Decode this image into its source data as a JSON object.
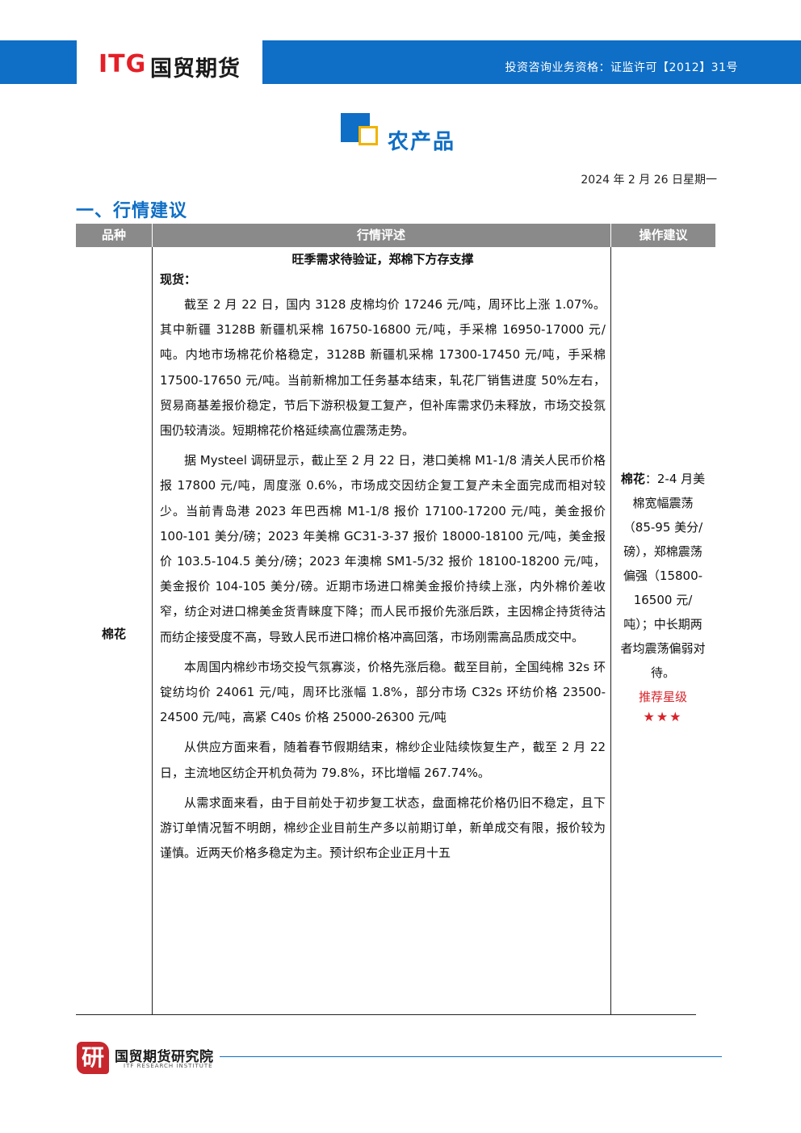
{
  "header": {
    "logo_latin": "ITG",
    "logo_cn": "国贸期货",
    "license": "投资咨询业务资格：证监许可【2012】31号",
    "brand_color": "#0f6ec5",
    "accent_color": "#e51f27"
  },
  "section": {
    "title": "农产品",
    "date": "2024 年 2 月 26 日星期一"
  },
  "heading": "一、行情建议",
  "table": {
    "columns": [
      "品种",
      "行情评述",
      "操作建议"
    ],
    "row": {
      "variety": "棉花",
      "title": "旺季需求待验证，郑棉下方存支撑",
      "subheading": "现货：",
      "paragraphs": [
        "截至 2 月 22 日，国内 3128 皮棉均价 17246 元/吨，周环比上涨 1.07%。其中新疆 3128B 新疆机采棉 16750-16800 元/吨，手采棉 16950-17000 元/吨。内地市场棉花价格稳定，3128B 新疆机采棉 17300-17450 元/吨，手采棉 17500-17650 元/吨。当前新棉加工任务基本结束，轧花厂销售进度 50%左右，贸易商基差报价稳定，节后下游积极复工复产，但补库需求仍未释放，市场交投氛围仍较清淡。短期棉花价格延续高位震荡走势。",
        "据 Mysteel 调研显示，截止至 2 月 22 日，港口美棉 M1-1/8 清关人民币价格报 17800 元/吨，周度涨 0.6%，市场成交因纺企复工复产未全面完成而相对较少。当前青岛港 2023 年巴西棉 M1-1/8 报价 17100-17200 元/吨，美金报价 100-101 美分/磅；2023 年美棉 GC31-3-37 报价 18000-18100 元/吨，美金报价 103.5-104.5 美分/磅；2023 年澳棉 SM1-5/32 报价 18100-18200 元/吨，美金报价 104-105 美分/磅。近期市场进口棉美金报价持续上涨，内外棉价差收窄，纺企对进口棉美金货青睐度下降；而人民币报价先涨后跌，主因棉企持货待沽而纺企接受度不高，导致人民币进口棉价格冲高回落，市场刚需高品质成交中。",
        "本周国内棉纱市场交投气氛寡淡，价格先涨后稳。截至目前，全国纯棉 32s 环锭纺均价 24061 元/吨，周环比涨幅 1.8%，部分市场 C32s 环纺价格 23500-24500 元/吨，高紧 C40s 价格 25000-26300 元/吨",
        "从供应方面来看，随着春节假期结束，棉纱企业陆续恢复生产，截至 2 月 22 日，主流地区纺企开机负荷为 79.8%，环比增幅 267.74%。",
        "从需求面来看，由于目前处于初步复工状态，盘面棉花价格仍旧不稳定，且下游订单情况暂不明朗，棉纱企业目前生产多以前期订单，新单成交有限，报价较为谨慎。近两天价格多稳定为主。预计织布企业正月十五"
      ],
      "advice_bold": "棉花",
      "advice_text": "：2-4 月美棉宽幅震荡（85-95 美分/磅），郑棉震荡偏强（15800-16500 元/吨）；中长期两者均震荡偏弱对待。",
      "rating_label": "推荐星级",
      "stars": "★★★"
    }
  },
  "footer": {
    "seal": "研",
    "institute": "国贸期货研究院",
    "institute_en": "ITF RESEARCH INSTITUTE"
  }
}
